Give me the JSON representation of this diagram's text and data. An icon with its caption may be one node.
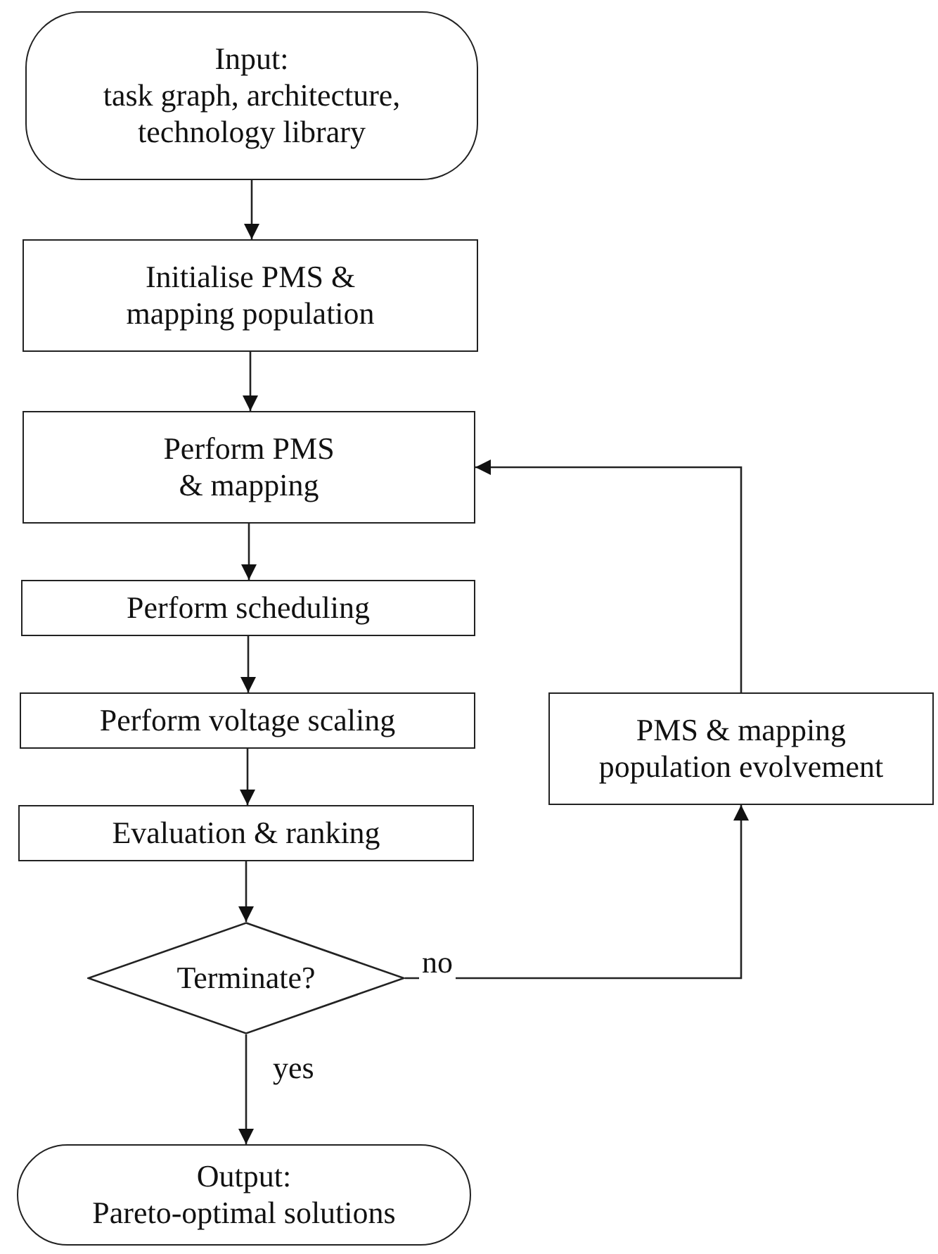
{
  "diagram": {
    "nodes": [
      {
        "text": [
          "Input:",
          "task graph, architecture, technology library"
        ]
      },
      {
        "text": [
          "Initialise PMS & mapping population"
        ]
      },
      {
        "text": [
          "Perform PMS & mapping"
        ]
      },
      {
        "text": [
          "Perform scheduling"
        ]
      },
      {
        "text": [
          "Perform voltage scaling"
        ]
      },
      {
        "text": [
          "Evaluation & ranking"
        ]
      },
      {
        "text": [
          "Terminate?"
        ]
      },
      {
        "text": [
          "Output:",
          "Pareto-optimal solutions"
        ]
      },
      {
        "text": [
          "PMS & mapping population evolvement"
        ]
      }
    ],
    "edges": [
      {
        "from": 0,
        "to": 1,
        "arrow": "to"
      },
      {
        "from": 1,
        "to": 2,
        "arrow": "to"
      },
      {
        "from": 2,
        "to": 3,
        "arrow": "to"
      },
      {
        "from": 3,
        "to": 4,
        "arrow": "to"
      },
      {
        "from": 4,
        "to": 5,
        "arrow": "to"
      },
      {
        "from": 5,
        "to": 6,
        "arrow": "to"
      },
      {
        "from": 6,
        "to": 8,
        "arrow": "to",
        "label": "no"
      },
      {
        "from": 8,
        "to": 2,
        "arrow": "to"
      },
      {
        "from": 6,
        "to": 7,
        "arrow": "to",
        "label": "yes"
      }
    ]
  }
}
